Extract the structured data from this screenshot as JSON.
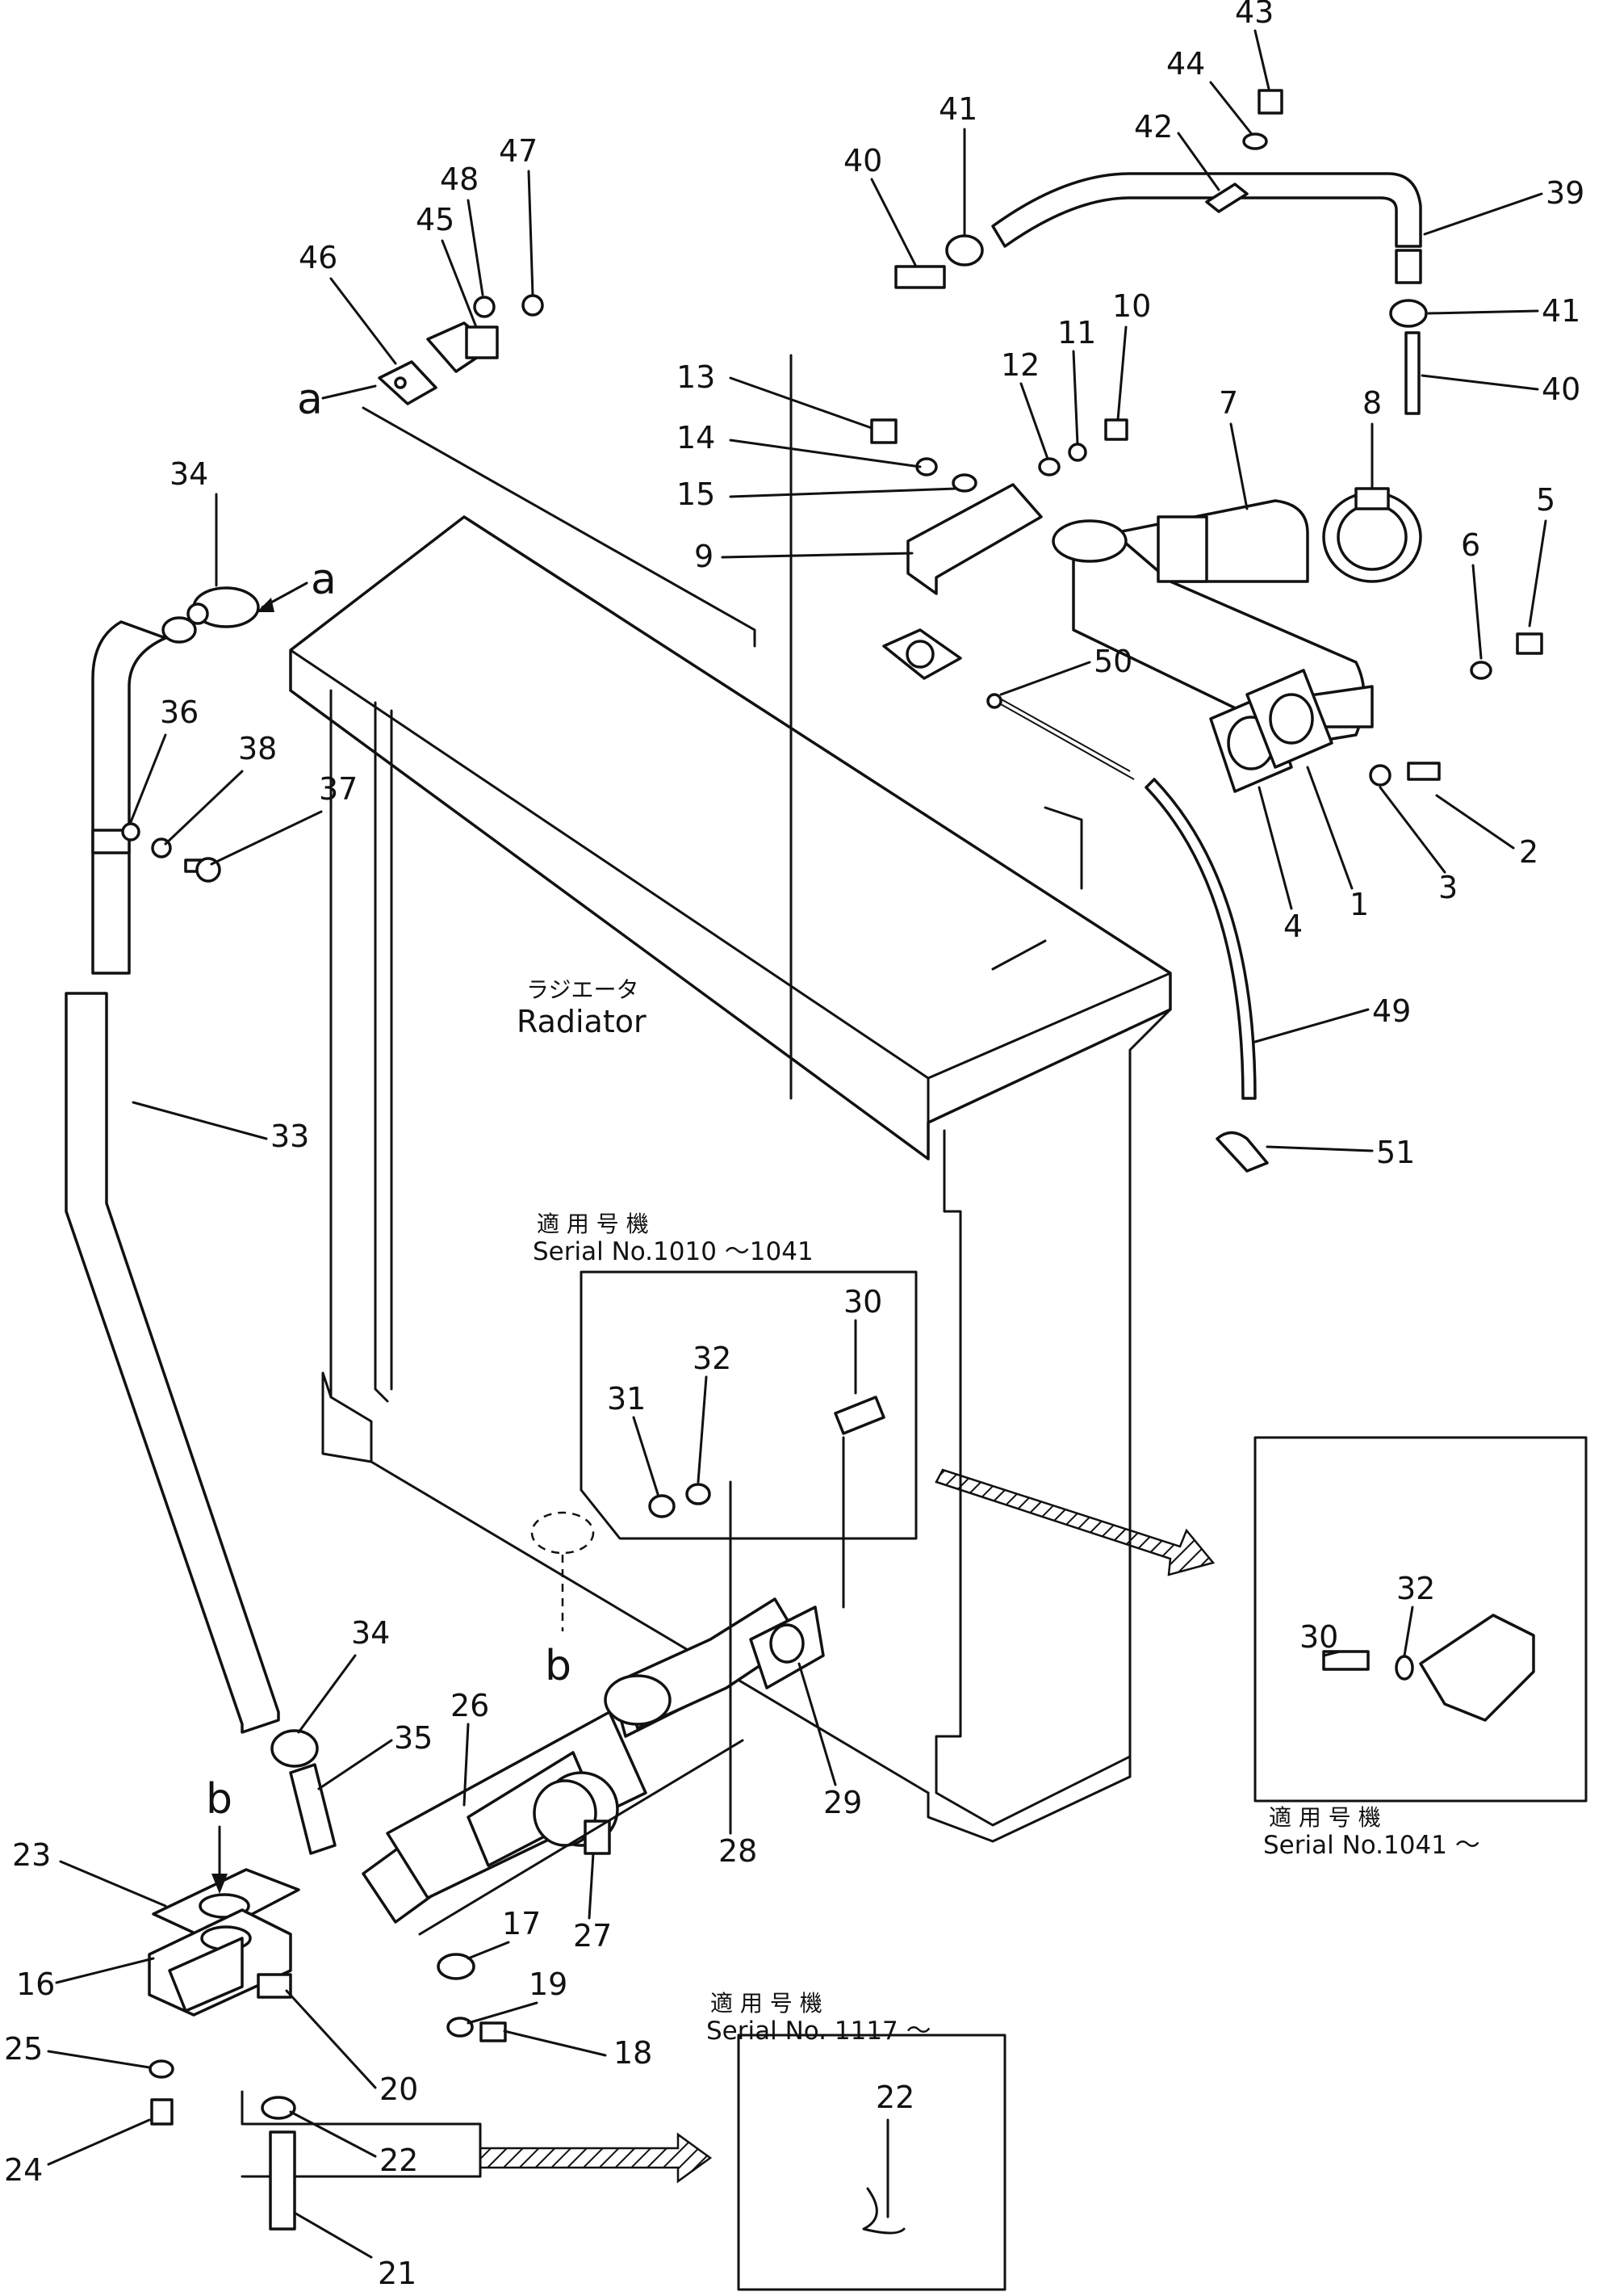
{
  "center_label": {
    "ja": "ラジエータ",
    "en": "Radiator"
  },
  "references": {
    "a": "a",
    "b": "b"
  },
  "notes": [
    {
      "ja": "適 用 号 機",
      "en": "Serial  No.1010 ～1041"
    },
    {
      "ja": "適 用 号 機",
      "en": "Serial  No.1041 ～"
    },
    {
      "ja": "適 用 号 機",
      "en": "Serial  No. 1117 ～"
    }
  ],
  "callouts": [
    "1",
    "2",
    "3",
    "4",
    "5",
    "6",
    "7",
    "8",
    "9",
    "10",
    "11",
    "12",
    "13",
    "14",
    "15",
    "16",
    "17",
    "18",
    "19",
    "20",
    "21",
    "22",
    "23",
    "24",
    "25",
    "26",
    "27",
    "28",
    "29",
    "30",
    "31",
    "32",
    "33",
    "34",
    "35",
    "36",
    "37",
    "38",
    "39",
    "40",
    "41",
    "42",
    "43",
    "44",
    "45",
    "46",
    "47",
    "48",
    "49",
    "50",
    "51"
  ],
  "inset_callouts": {
    "inset1_30": "30",
    "inset1_31": "31",
    "inset1_32": "32",
    "inset2_30": "30",
    "inset2_32": "32",
    "inset3_22": "22",
    "dup_34": "34",
    "dup_40": "40",
    "dup_41": "41"
  }
}
